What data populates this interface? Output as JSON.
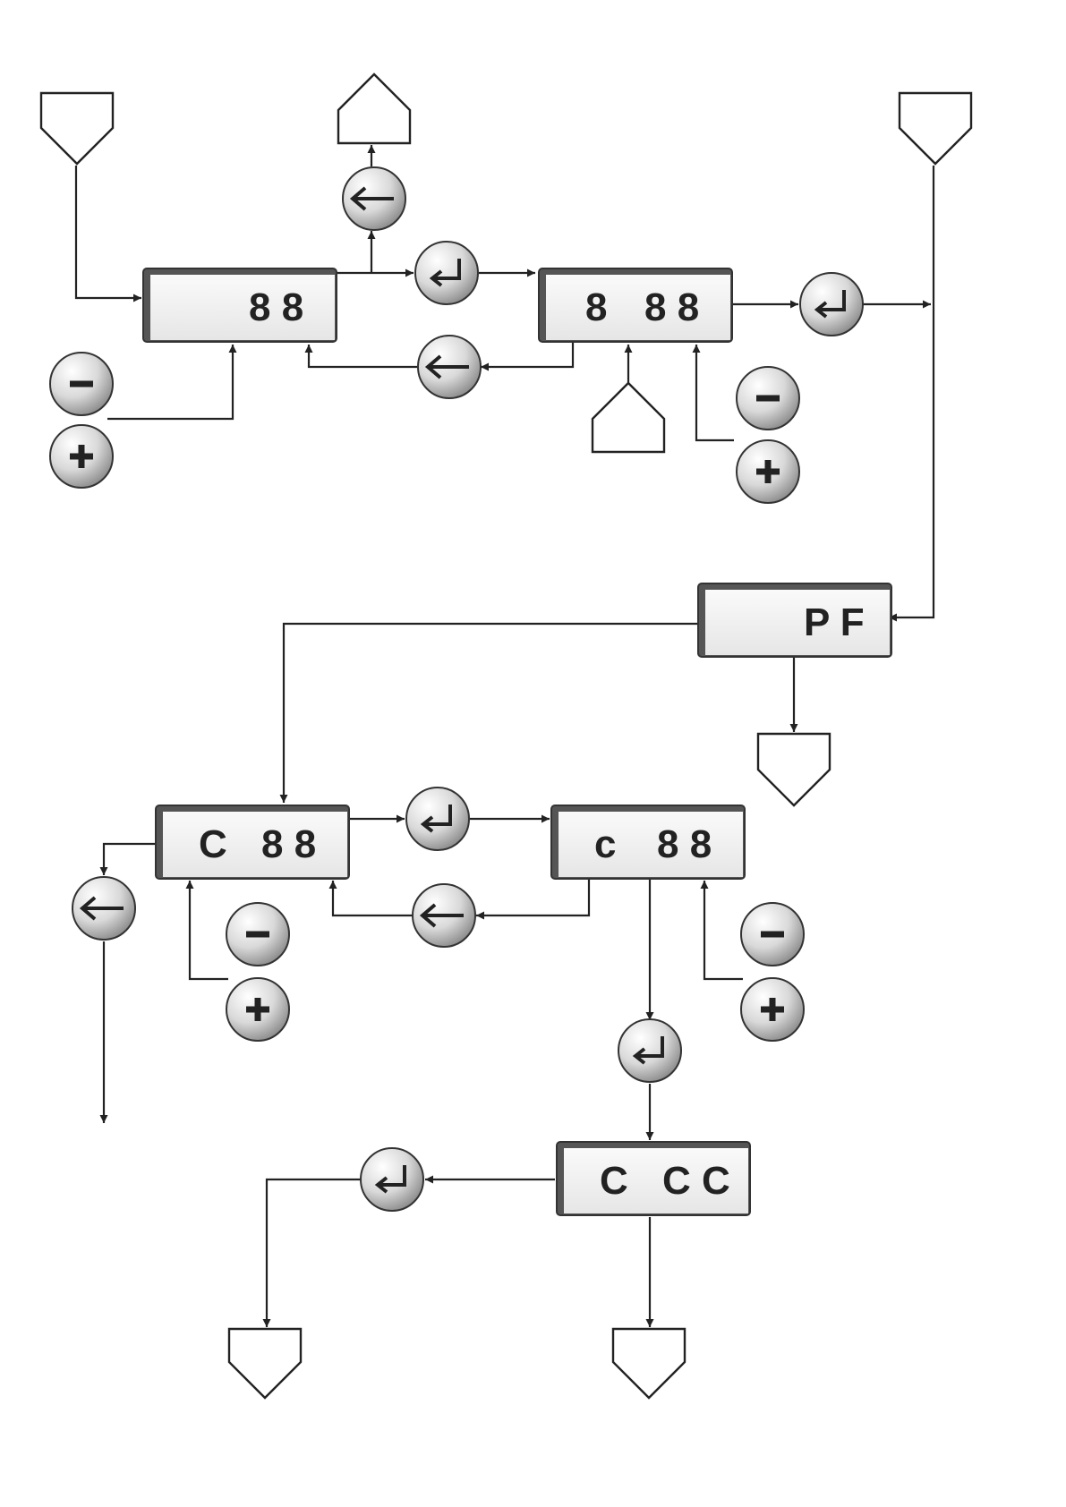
{
  "displays": [
    {
      "id": "d1",
      "left": "",
      "right": "8 8"
    },
    {
      "id": "d2",
      "left": "8",
      "right": "8 8"
    },
    {
      "id": "d3",
      "left": "",
      "right": "P F"
    },
    {
      "id": "d4",
      "left": "C",
      "right": "8 8"
    },
    {
      "id": "d5",
      "left": "c",
      "right": "8 8"
    },
    {
      "id": "d6",
      "left": "C",
      "right": "C C"
    }
  ],
  "buttons": [
    {
      "id": "b1",
      "icon": "back-arrow-icon"
    },
    {
      "id": "b2",
      "icon": "enter-icon"
    },
    {
      "id": "b3",
      "icon": "back-arrow-icon"
    },
    {
      "id": "b4",
      "icon": "enter-icon"
    },
    {
      "id": "b5",
      "icon": "minus-icon"
    },
    {
      "id": "b6",
      "icon": "plus-icon"
    },
    {
      "id": "b7",
      "icon": "minus-icon"
    },
    {
      "id": "b8",
      "icon": "plus-icon"
    },
    {
      "id": "b9",
      "icon": "enter-icon"
    },
    {
      "id": "b10",
      "icon": "back-arrow-icon"
    },
    {
      "id": "b11",
      "icon": "back-arrow-icon"
    },
    {
      "id": "b12",
      "icon": "minus-icon"
    },
    {
      "id": "b13",
      "icon": "plus-icon"
    },
    {
      "id": "b14",
      "icon": "minus-icon"
    },
    {
      "id": "b15",
      "icon": "plus-icon"
    },
    {
      "id": "b16",
      "icon": "enter-icon"
    },
    {
      "id": "b17",
      "icon": "enter-icon"
    }
  ],
  "connectors": [
    {
      "id": "c1",
      "shape": "down-pentagon"
    },
    {
      "id": "c2",
      "shape": "up-pentagon"
    },
    {
      "id": "c3",
      "shape": "down-pentagon"
    },
    {
      "id": "c4",
      "shape": "up-pentagon"
    },
    {
      "id": "c5",
      "shape": "down-pentagon"
    },
    {
      "id": "c6",
      "shape": "down-pentagon"
    },
    {
      "id": "c7",
      "shape": "down-pentagon"
    }
  ],
  "colors": {
    "line": "#222222",
    "panel": "#f2f2f2",
    "panel_shadow": "#555555",
    "button_light": "#ffffff",
    "button_dark": "#8a8a8a"
  }
}
